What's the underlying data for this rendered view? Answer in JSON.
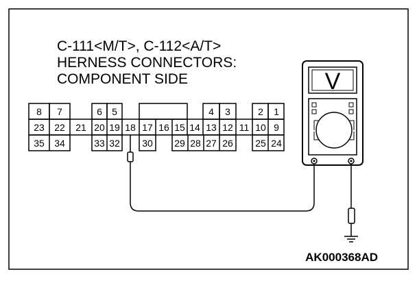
{
  "caption": {
    "line1": "C-111<M/T>, C-112<A/T>",
    "line2": "HERNESS CONNECTORS:",
    "line3": "COMPONENT SIDE"
  },
  "connector": {
    "row1": [
      "8",
      "7",
      "6",
      "5",
      "4",
      "3",
      "2",
      "1"
    ],
    "row2": [
      "23",
      "22",
      "21",
      "20",
      "19",
      "18",
      "17",
      "16",
      "15",
      "14",
      "13",
      "12",
      "11",
      "10",
      "9"
    ],
    "row3": [
      "35",
      "34",
      "33",
      "32",
      "30",
      "29",
      "28",
      "27",
      "26",
      "25",
      "24"
    ]
  },
  "meter": {
    "display": "V"
  },
  "figure_code": "AK000368AD"
}
